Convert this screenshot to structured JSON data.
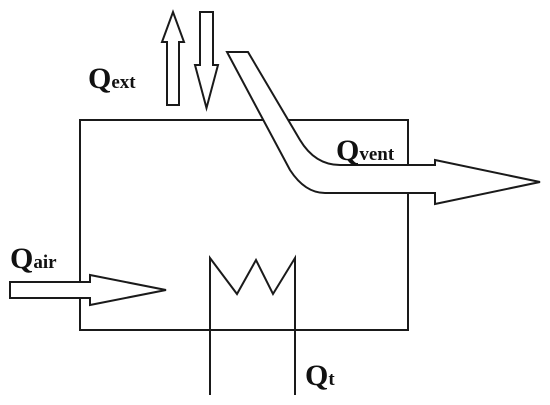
{
  "labels": {
    "q_ext": {
      "main": "Q",
      "sub": "ext"
    },
    "q_vent": {
      "main": "Q",
      "sub": "vent"
    },
    "q_air": {
      "main": "Q",
      "sub": "air"
    },
    "q_t": {
      "main": "Q",
      "sub": "t"
    }
  },
  "colors": {
    "stroke": "#1a1a1a",
    "text": "#111111",
    "background": "#ffffff"
  }
}
